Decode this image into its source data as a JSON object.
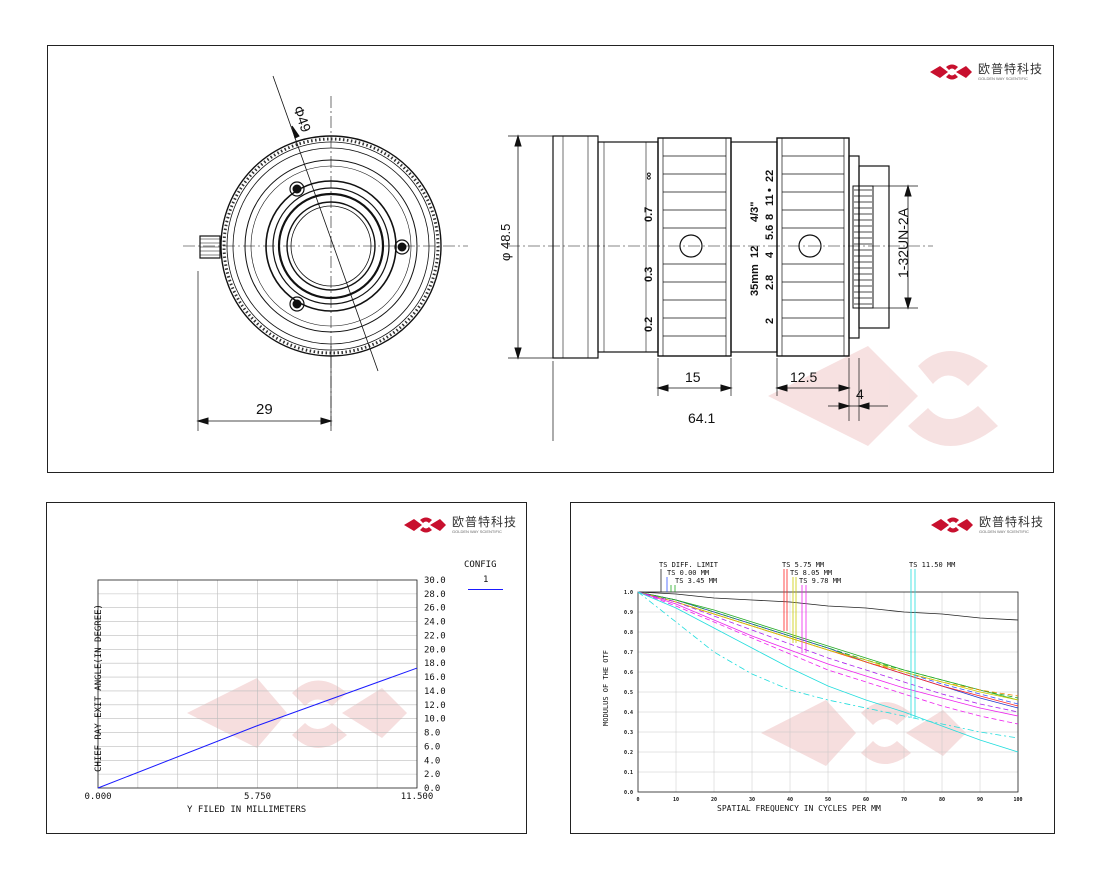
{
  "brand": {
    "name_zh": "欧普特科技",
    "name_en": "GOLDEN WAY SCIENTIFIC",
    "accent": "#c8102e",
    "watermark": "#f3d6d6"
  },
  "drawing": {
    "front_view": {
      "dim_diameter": "Φ49",
      "dim_width": "29"
    },
    "side_view": {
      "dim_diameter": "φ 48.5",
      "dim_thread": "1-32UN-2A",
      "dim_focus_ring": "15",
      "dim_iris_ring": "12.5",
      "dim_flange": "4",
      "dim_length": "64.1",
      "focus_scale": [
        "∞",
        "0.7",
        "0.3",
        "0.2"
      ],
      "iris_scale": [
        "22",
        "11",
        "8",
        "5.6",
        "4",
        "2.8",
        "2"
      ],
      "label_35mm": "35mm",
      "label_f12": "12",
      "label_format": "4/3\"",
      "bullet": "•"
    }
  },
  "chart_data": [
    {
      "type": "line",
      "title": "",
      "xlabel": "Y FILED IN MILLIMETERS",
      "ylabel": "CHIEF RAY EXIT ANGLE(IN DEGREE)",
      "xlim": [
        0,
        11.5
      ],
      "ylim": [
        0,
        30
      ],
      "x_ticks": [
        "0.000",
        "5.750",
        "11.500"
      ],
      "y_ticks": [
        "0.0",
        "2.0",
        "4.0",
        "6.0",
        "8.0",
        "10.0",
        "12.0",
        "14.0",
        "16.0",
        "18.0",
        "20.0",
        "22.0",
        "24.0",
        "26.0",
        "28.0",
        "30.0"
      ],
      "legend": {
        "title": "CONFIG",
        "entries": [
          "1"
        ],
        "placement": "right"
      },
      "series": [
        {
          "name": "1",
          "color": "#1a1aff",
          "x": [
            0,
            5.75,
            11.5
          ],
          "values": [
            0,
            9.0,
            17.3
          ]
        }
      ]
    },
    {
      "type": "line",
      "title": "",
      "xlabel": "SPATIAL FREQUENCY IN CYCLES PER MM",
      "ylabel": "MODULUS OF THE OTF",
      "xlim": [
        0,
        100
      ],
      "ylim": [
        0,
        1
      ],
      "x_ticks": [
        "0",
        "10",
        "20",
        "30",
        "40",
        "50",
        "60",
        "70",
        "80",
        "90",
        "100"
      ],
      "y_ticks": [
        "0.0",
        "0.1",
        "0.2",
        "0.3",
        "0.4",
        "0.5",
        "0.6",
        "0.7",
        "0.8",
        "0.9",
        "1.0"
      ],
      "field_labels": [
        "TS DIFF. LIMIT",
        "TS 0.00 MM",
        "TS 3.45 MM",
        "TS 5.75 MM",
        "TS 8.05 MM",
        "TS 9.78 MM",
        "TS 11.50 MM"
      ],
      "grid": true,
      "x": [
        0,
        10,
        20,
        30,
        40,
        50,
        60,
        70,
        80,
        90,
        100
      ],
      "series": [
        {
          "color": "#222222",
          "dash": "",
          "values": [
            1.0,
            0.99,
            0.97,
            0.96,
            0.95,
            0.93,
            0.92,
            0.9,
            0.89,
            0.87,
            0.86
          ]
        },
        {
          "color": "#2233cc",
          "dash": "",
          "values": [
            1.0,
            0.96,
            0.9,
            0.84,
            0.78,
            0.72,
            0.65,
            0.59,
            0.53,
            0.47,
            0.42
          ]
        },
        {
          "color": "#3355ff",
          "dash": "5,3",
          "values": [
            1.0,
            0.96,
            0.9,
            0.84,
            0.78,
            0.72,
            0.66,
            0.6,
            0.54,
            0.49,
            0.44
          ]
        },
        {
          "color": "#22aa22",
          "dash": "",
          "values": [
            1.0,
            0.96,
            0.91,
            0.85,
            0.79,
            0.73,
            0.67,
            0.61,
            0.56,
            0.51,
            0.46
          ]
        },
        {
          "color": "#22aa22",
          "dash": "5,3",
          "values": [
            1.0,
            0.96,
            0.9,
            0.84,
            0.78,
            0.72,
            0.66,
            0.61,
            0.56,
            0.51,
            0.47
          ]
        },
        {
          "color": "#ff2222",
          "dash": "",
          "values": [
            1.0,
            0.95,
            0.89,
            0.83,
            0.77,
            0.71,
            0.65,
            0.59,
            0.53,
            0.48,
            0.43
          ]
        },
        {
          "color": "#ee8800",
          "dash": "5,3",
          "values": [
            1.0,
            0.95,
            0.89,
            0.83,
            0.77,
            0.71,
            0.65,
            0.6,
            0.55,
            0.51,
            0.48
          ]
        },
        {
          "color": "#cccc00",
          "dash": "",
          "values": [
            1.0,
            0.95,
            0.89,
            0.83,
            0.77,
            0.71,
            0.66,
            0.6,
            0.55,
            0.5,
            0.46
          ]
        },
        {
          "color": "#aa22ee",
          "dash": "5,3",
          "values": [
            1.0,
            0.95,
            0.88,
            0.81,
            0.74,
            0.67,
            0.61,
            0.55,
            0.49,
            0.44,
            0.4
          ]
        },
        {
          "color": "#ee22ee",
          "dash": "",
          "values": [
            1.0,
            0.94,
            0.86,
            0.78,
            0.71,
            0.64,
            0.58,
            0.52,
            0.47,
            0.42,
            0.38
          ]
        },
        {
          "color": "#ee22ee",
          "dash": "5,3",
          "values": [
            1.0,
            0.93,
            0.85,
            0.77,
            0.69,
            0.61,
            0.55,
            0.49,
            0.43,
            0.38,
            0.34
          ]
        },
        {
          "color": "#22dddd",
          "dash": "",
          "values": [
            1.0,
            0.92,
            0.82,
            0.72,
            0.62,
            0.53,
            0.46,
            0.4,
            0.33,
            0.26,
            0.2
          ]
        },
        {
          "color": "#22dddd",
          "dash": "6,3,2,3",
          "values": [
            1.0,
            0.85,
            0.7,
            0.59,
            0.51,
            0.46,
            0.42,
            0.38,
            0.34,
            0.3,
            0.27
          ]
        }
      ]
    }
  ]
}
